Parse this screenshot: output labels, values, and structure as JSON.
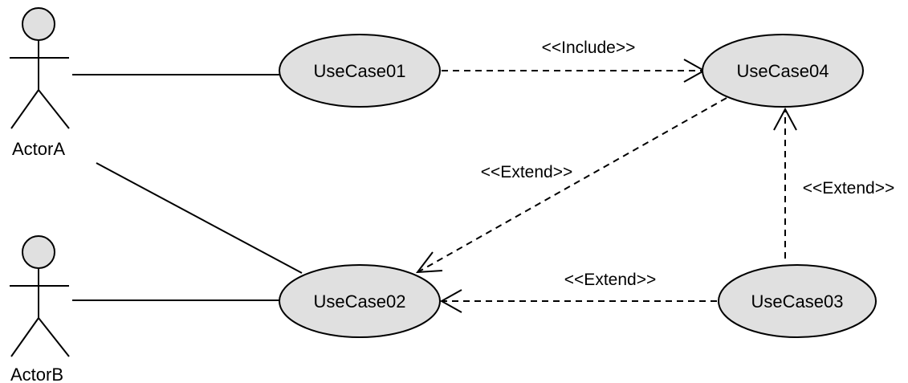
{
  "actors": [
    {
      "id": "actor-a",
      "label": "ActorA"
    },
    {
      "id": "actor-b",
      "label": "ActorB"
    }
  ],
  "use_cases": [
    {
      "id": "uc01",
      "label": "UseCase01"
    },
    {
      "id": "uc02",
      "label": "UseCase02"
    },
    {
      "id": "uc03",
      "label": "UseCase03"
    },
    {
      "id": "uc04",
      "label": "UseCase04"
    }
  ],
  "relationships": [
    {
      "from": "uc01",
      "to": "uc04",
      "type": "include",
      "label": "<<Include>>"
    },
    {
      "from": "uc04",
      "to": "uc02",
      "type": "extend",
      "label": "<<Extend>>"
    },
    {
      "from": "uc03",
      "to": "uc04",
      "type": "extend",
      "label": "<<Extend>>"
    },
    {
      "from": "uc03",
      "to": "uc02",
      "type": "extend",
      "label": "<<Extend>>"
    }
  ],
  "associations": [
    {
      "from": "actor-a",
      "to": "uc01"
    },
    {
      "from": "actor-a",
      "to": "uc02"
    },
    {
      "from": "actor-b",
      "to": "uc02"
    }
  ],
  "colors": {
    "use_case_fill": "#e0e0e0",
    "stroke": "#000000",
    "background": "#ffffff"
  }
}
